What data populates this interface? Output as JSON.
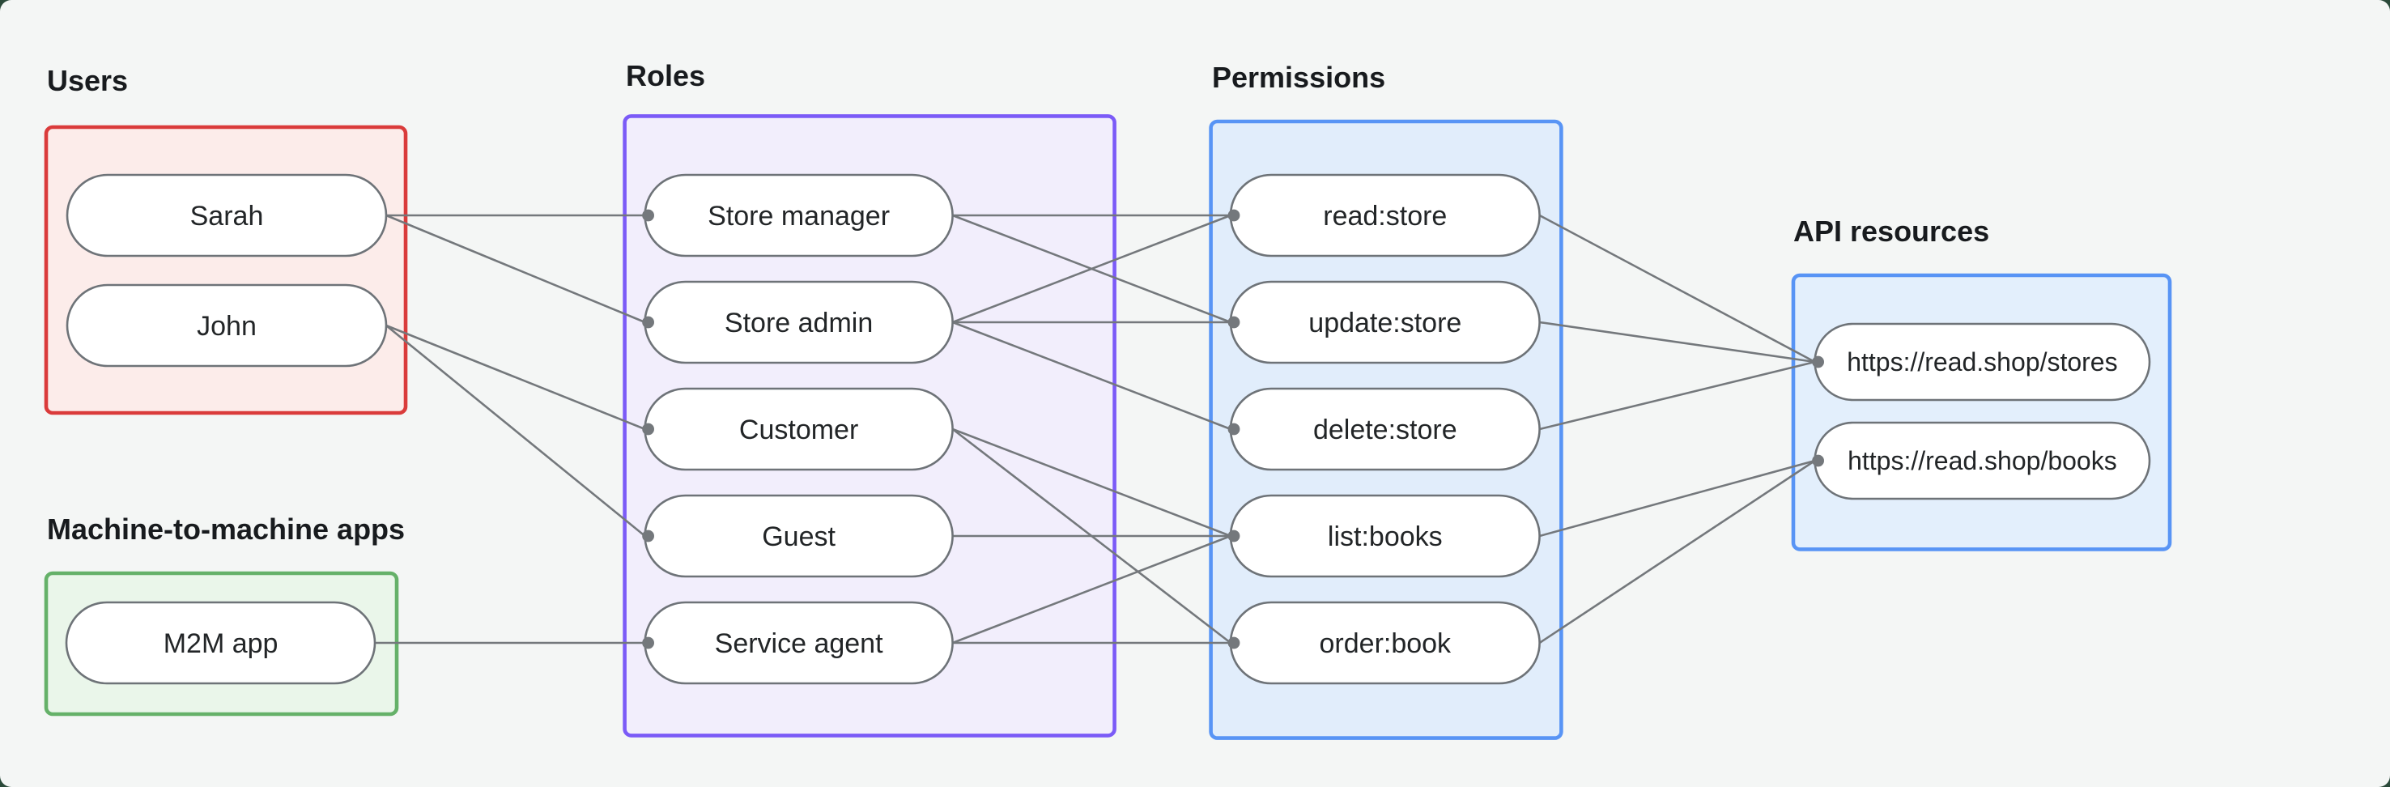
{
  "diagram": {
    "title_context": "RBAC authorization diagram",
    "groups": {
      "users": {
        "label": "Users",
        "border_color": "#da3b3b",
        "fill_color": "#fcecea"
      },
      "m2m": {
        "label": "Machine-to-machine apps",
        "border_color": "#65b169",
        "fill_color": "#eaf6ea"
      },
      "roles": {
        "label": "Roles",
        "border_color": "#7b5bf7",
        "fill_color": "#f2eefc"
      },
      "permissions": {
        "label": "Permissions",
        "border_color": "#5894f5",
        "fill_color": "#e1edfb"
      },
      "api_resources": {
        "label": "API resources",
        "border_color": "#5894f5",
        "fill_color": "#e3effc"
      }
    },
    "nodes": {
      "sarah": {
        "label": "Sarah",
        "group": "users"
      },
      "john": {
        "label": "John",
        "group": "users"
      },
      "m2m_app": {
        "label": "M2M app",
        "group": "m2m"
      },
      "store_manager": {
        "label": "Store manager",
        "group": "roles"
      },
      "store_admin": {
        "label": "Store admin",
        "group": "roles"
      },
      "customer": {
        "label": "Customer",
        "group": "roles"
      },
      "guest": {
        "label": "Guest",
        "group": "roles"
      },
      "service_agent": {
        "label": "Service agent",
        "group": "roles"
      },
      "read_store": {
        "label": "read:store",
        "group": "permissions"
      },
      "update_store": {
        "label": "update:store",
        "group": "permissions"
      },
      "delete_store": {
        "label": "delete:store",
        "group": "permissions"
      },
      "list_books": {
        "label": "list:books",
        "group": "permissions"
      },
      "order_book": {
        "label": "order:book",
        "group": "permissions"
      },
      "stores_api": {
        "label": "https://read.shop/stores",
        "group": "api_resources"
      },
      "books_api": {
        "label": "https://read.shop/books",
        "group": "api_resources"
      }
    },
    "edges": [
      {
        "from": "sarah",
        "to": "store_manager"
      },
      {
        "from": "sarah",
        "to": "store_admin"
      },
      {
        "from": "john",
        "to": "customer"
      },
      {
        "from": "john",
        "to": "guest"
      },
      {
        "from": "m2m_app",
        "to": "service_agent"
      },
      {
        "from": "store_manager",
        "to": "read_store"
      },
      {
        "from": "store_manager",
        "to": "update_store"
      },
      {
        "from": "store_admin",
        "to": "read_store"
      },
      {
        "from": "store_admin",
        "to": "update_store"
      },
      {
        "from": "store_admin",
        "to": "delete_store"
      },
      {
        "from": "customer",
        "to": "list_books"
      },
      {
        "from": "customer",
        "to": "order_book"
      },
      {
        "from": "guest",
        "to": "list_books"
      },
      {
        "from": "service_agent",
        "to": "list_books"
      },
      {
        "from": "service_agent",
        "to": "order_book"
      },
      {
        "from": "read_store",
        "to": "stores_api"
      },
      {
        "from": "update_store",
        "to": "stores_api"
      },
      {
        "from": "delete_store",
        "to": "stores_api"
      },
      {
        "from": "list_books",
        "to": "books_api"
      },
      {
        "from": "order_book",
        "to": "books_api"
      }
    ],
    "colors": {
      "canvas_background": "#f4f6f5",
      "page_background": "#2b4a3a",
      "edge_line": "#74787c",
      "node_border": "#6e7378",
      "node_fill": "#ffffff",
      "label_text": "#181b1e",
      "node_text": "#222527"
    }
  }
}
